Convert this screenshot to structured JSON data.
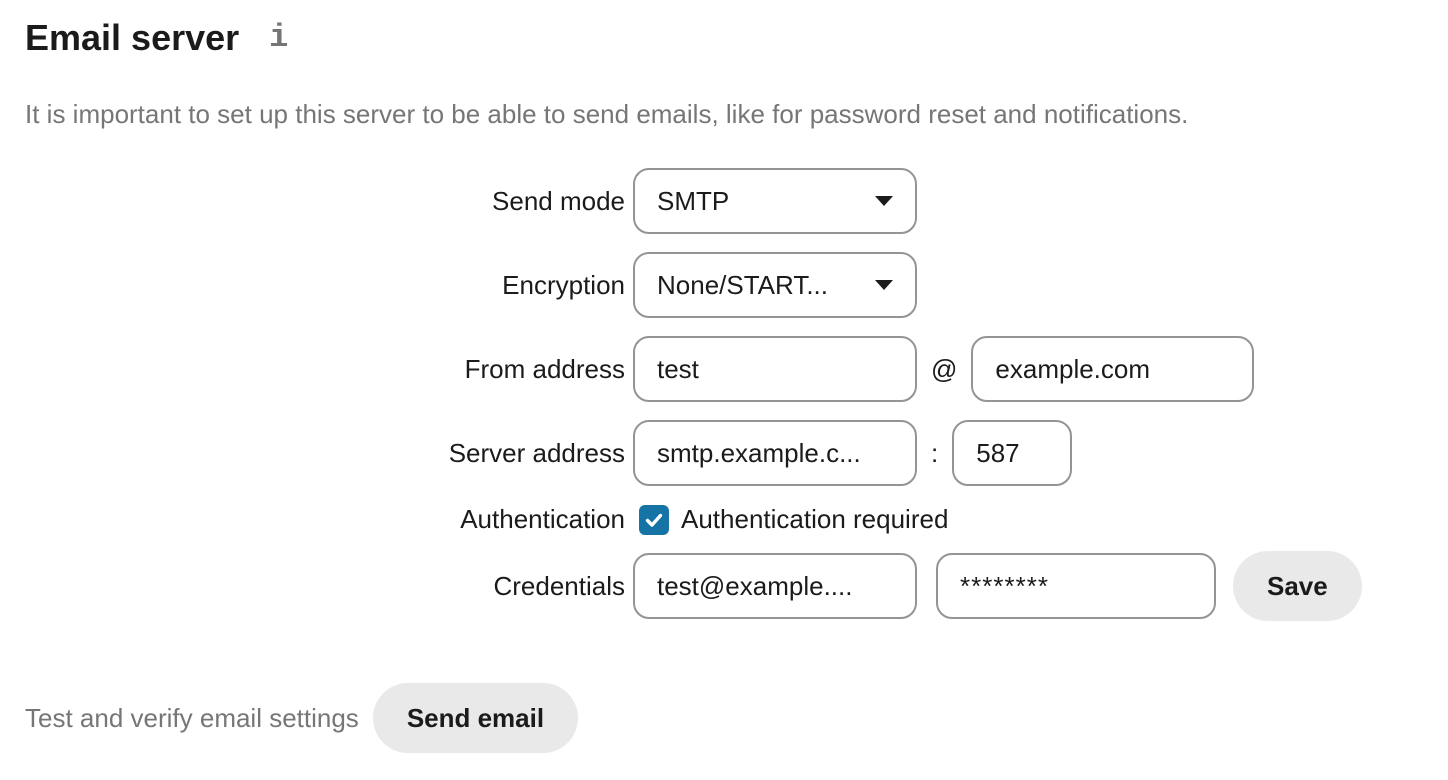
{
  "header": {
    "title": "Email server",
    "info_icon": "i"
  },
  "description": "It is important to set up this server to be able to send emails, like for password reset and notifications.",
  "form": {
    "send_mode": {
      "label": "Send mode",
      "value": "SMTP"
    },
    "encryption": {
      "label": "Encryption",
      "value": "None/START..."
    },
    "from_address": {
      "label": "From address",
      "local_value": "test",
      "separator": "@",
      "domain_value": "example.com"
    },
    "server_address": {
      "label": "Server address",
      "host_value": "smtp.example.c...",
      "separator": ":",
      "port_value": "587"
    },
    "authentication": {
      "label": "Authentication",
      "checkbox_label": "Authentication required",
      "checked": true
    },
    "credentials": {
      "label": "Credentials",
      "username_value": "test@example....",
      "password_value": "********",
      "save_label": "Save"
    }
  },
  "test_section": {
    "label": "Test and verify email settings",
    "button_label": "Send email"
  },
  "colors": {
    "checkbox_blue": "#1673a5",
    "input_border": "#949494",
    "button_background": "#e9e9e9",
    "text": "#1b1b1b",
    "muted_text": "#767676"
  }
}
